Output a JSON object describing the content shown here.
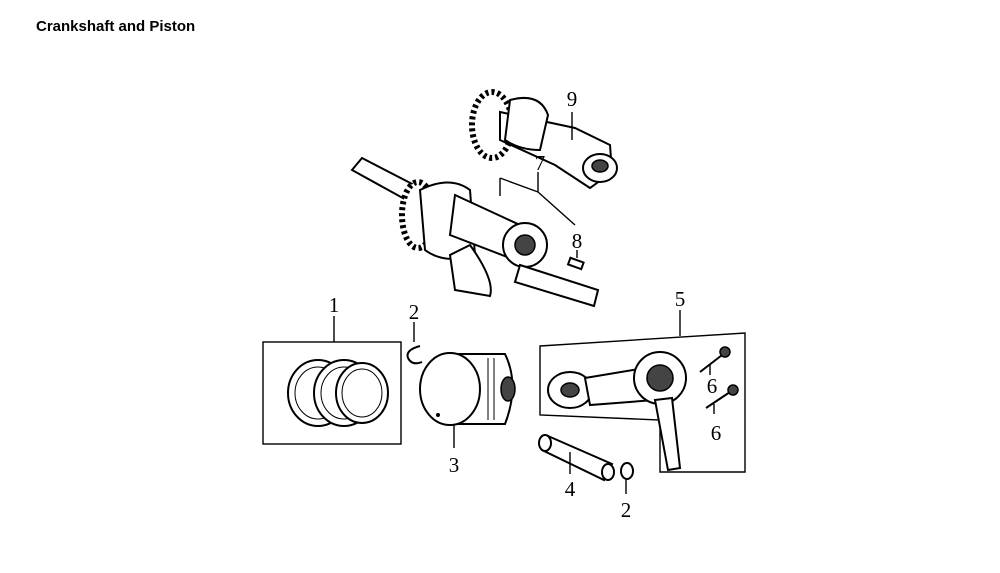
{
  "title": "Crankshaft and Piston",
  "callouts": [
    {
      "id": "c1",
      "label": "1",
      "part": "piston-ring-set"
    },
    {
      "id": "c2a",
      "label": "2",
      "part": "piston-pin-clip"
    },
    {
      "id": "c3",
      "label": "3",
      "part": "piston"
    },
    {
      "id": "c4",
      "label": "4",
      "part": "piston-pin"
    },
    {
      "id": "c2b",
      "label": "2",
      "part": "piston-pin-clip"
    },
    {
      "id": "c5",
      "label": "5",
      "part": "connecting-rod-assembly"
    },
    {
      "id": "c6a",
      "label": "6",
      "part": "connecting-rod-bolt"
    },
    {
      "id": "c6b",
      "label": "6",
      "part": "connecting-rod-bolt"
    },
    {
      "id": "c7",
      "label": "7",
      "part": "crankshaft"
    },
    {
      "id": "c8",
      "label": "8",
      "part": "woodruff-key"
    },
    {
      "id": "c9",
      "label": "9",
      "part": "balancer-shaft"
    }
  ]
}
